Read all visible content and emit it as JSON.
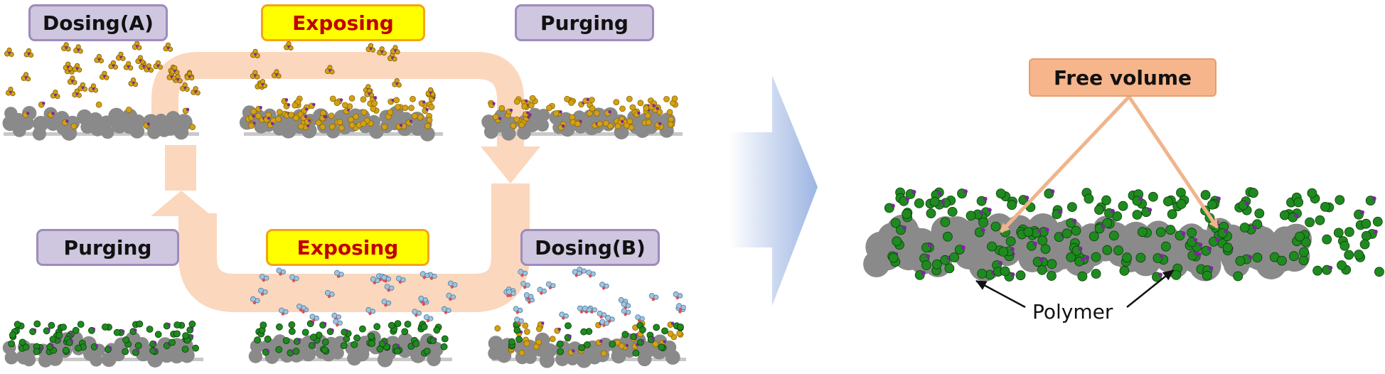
{
  "cycle": {
    "dosing_a": "Dosing(A)",
    "exposing_top": "Exposing",
    "purging_top": "Purging",
    "purging_bottom": "Purging",
    "exposing_bottom": "Exposing",
    "dosing_b": "Dosing(B)"
  },
  "result": {
    "free_volume": "Free volume",
    "polymer": "Polymer"
  },
  "colors": {
    "polymer_gray": "#8a8a8a",
    "precursor_a": "#d4a017",
    "precursor_b": "#9fc4de",
    "deposit_green": "#1f8a1f",
    "linker_purple": "#7a2a9a",
    "cycle_arrow": "#fbd7bd",
    "free_volume_arrow": "#f0b48c",
    "step_label_fill": "#cfc6df",
    "expose_label_fill": "#ffff00",
    "expose_label_text": "#c00000"
  }
}
